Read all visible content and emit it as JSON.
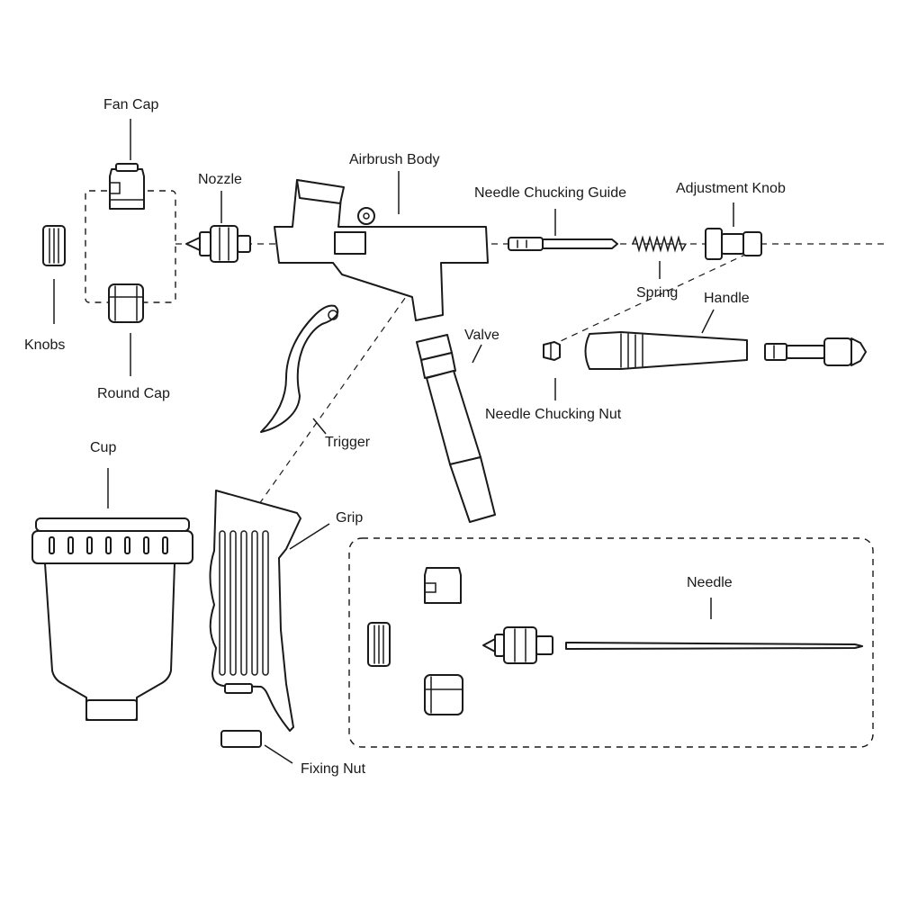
{
  "labels": {
    "fan_cap": "Fan Cap",
    "nozzle": "Nozzle",
    "airbrush_body": "Airbrush Body",
    "needle_chucking_guide": "Needle Chucking Guide",
    "adjustment_knob": "Adjustment Knob",
    "spring": "Spring",
    "handle": "Handle",
    "valve": "Valve",
    "needle_chucking_nut": "Needle Chucking Nut",
    "knobs": "Knobs",
    "round_cap": "Round Cap",
    "trigger": "Trigger",
    "cup": "Cup",
    "grip": "Grip",
    "needle": "Needle",
    "fixing_nut": "Fixing Nut"
  }
}
